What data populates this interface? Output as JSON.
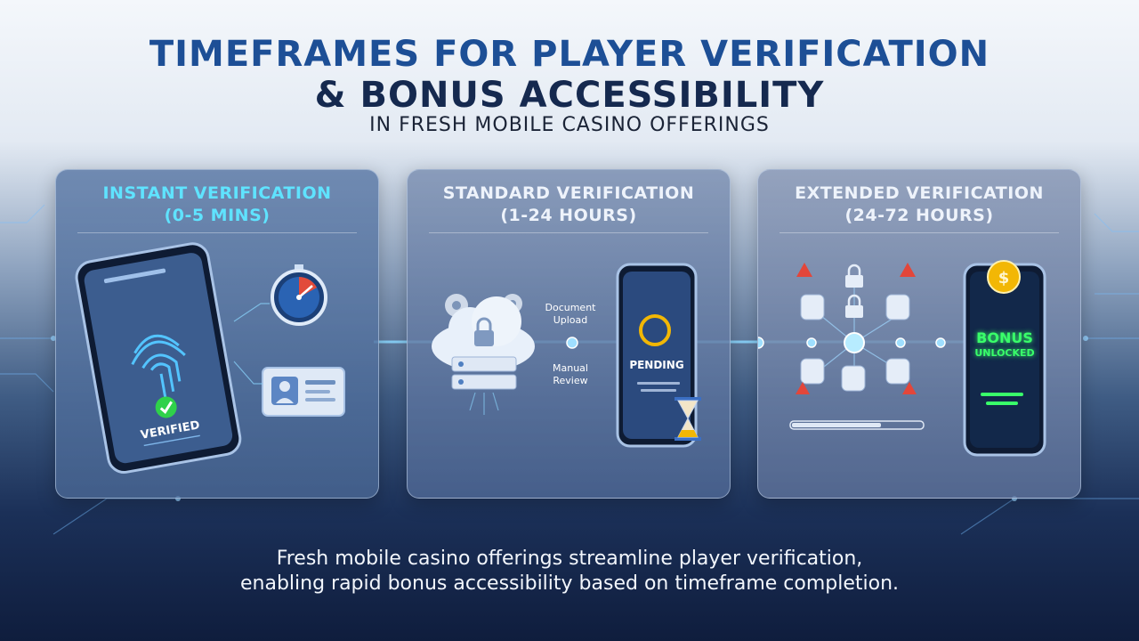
{
  "header": {
    "title_line1": "TIMEFRAMES FOR PLAYER VERIFICATION",
    "title_line2": "& BONUS ACCESSIBILITY",
    "subtitle": "IN FRESH MOBILE CASINO OFFERINGS"
  },
  "cards": [
    {
      "title_line1": "INSTANT VERIFICATION",
      "title_line2": "(0-5 MINS)",
      "status": "VERIFIED"
    },
    {
      "title_line1": "STANDARD VERIFICATION",
      "title_line2": "(1-24 HOURS)",
      "status": "PENDING",
      "step1_line1": "Document",
      "step1_line2": "Upload",
      "step2_line1": "Manual",
      "step2_line2": "Review"
    },
    {
      "title_line1": "EXTENDED VERIFICATION",
      "title_line2": "(24-72 HOURS)",
      "status_line1": "BONUS",
      "status_line2": "UNLOCKED"
    }
  ],
  "footer": {
    "line1": "Fresh mobile casino offerings streamline player verification,",
    "line2": "enabling rapid bonus accessibility based on timeframe completion."
  },
  "colors": {
    "accent_cyan": "#5fe3ff",
    "title_blue": "#1d4f96",
    "verified_green": "#2fd14a",
    "pending_gold": "#f2b705",
    "bonus_green": "#39ff6a"
  }
}
